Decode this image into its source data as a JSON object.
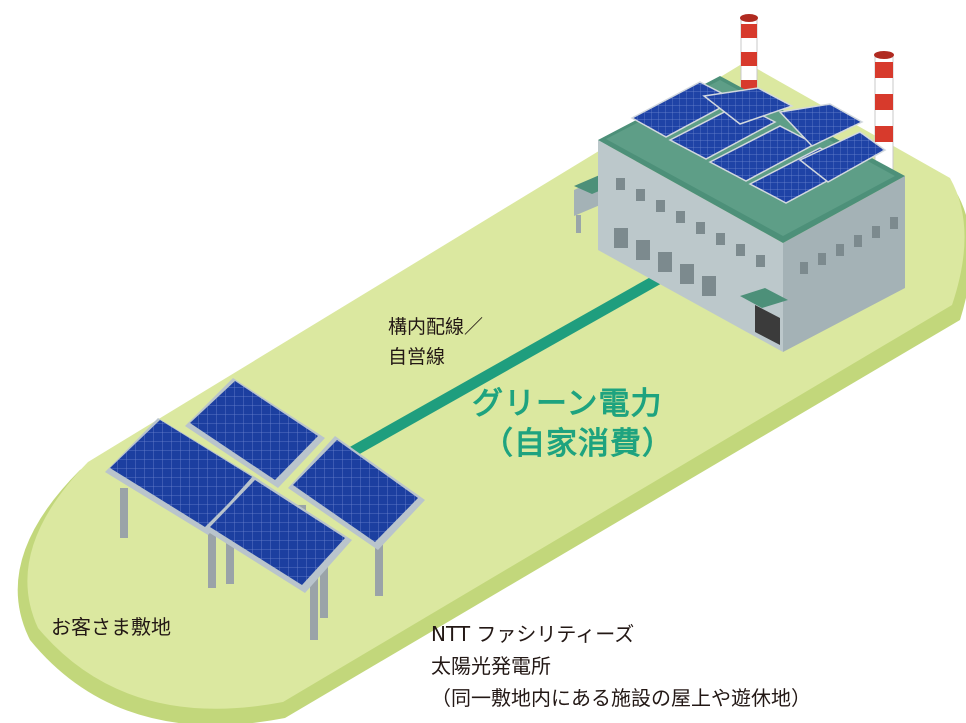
{
  "labels": {
    "wiring_line1": "構内配線／",
    "wiring_line2": "自営線",
    "green_power_line1": "グリーン電力",
    "green_power_line2": "（自家消費）",
    "customer_site": "お客さま敷地",
    "ntt_line1": "NTT ファシリティーズ",
    "ntt_line2": "太陽光発電所",
    "ntt_line3": "（同一敷地内にある施設の屋上や遊休地）"
  },
  "colors": {
    "ground": "#dbe8a0",
    "ground_edge": "#c2d77b",
    "power_line": "#1f9e7e",
    "green_text": "#1ea37f",
    "panel": "#1c3fa0",
    "panel_frame": "#b9c4cc",
    "building_front": "#bcc8cb",
    "building_side": "#a4b2b6",
    "roof": "#4d9079",
    "chimney_red": "#d73a2c",
    "text": "#231815"
  },
  "icons": [
    "solar-panel-icon",
    "factory-building-icon",
    "chimney-icon",
    "power-line-icon"
  ]
}
